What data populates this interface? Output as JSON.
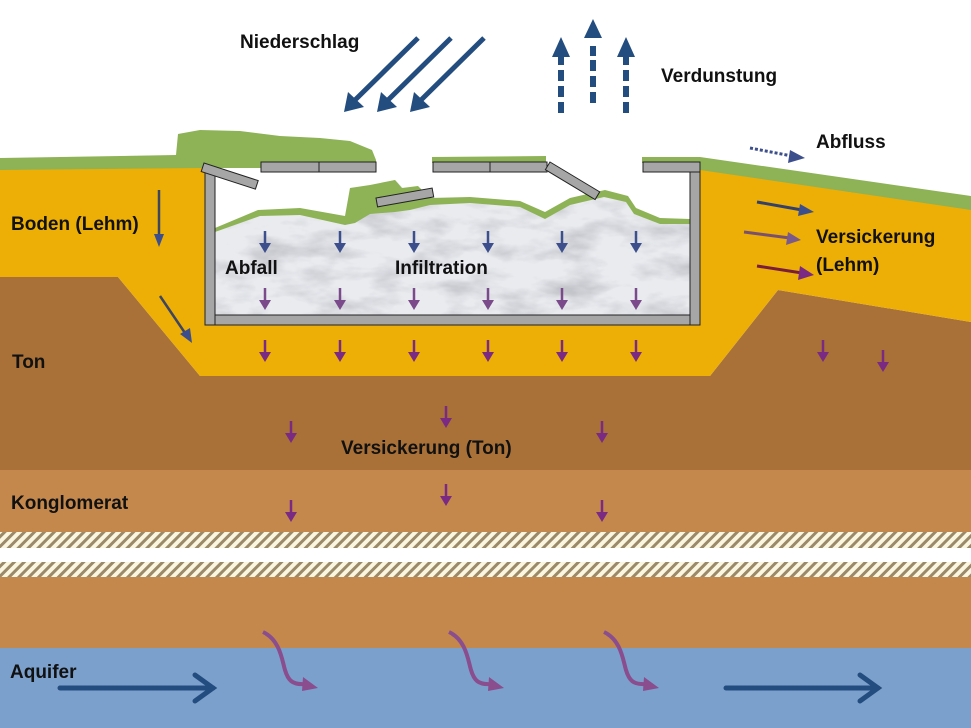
{
  "labels": {
    "precipitation": "Niederschlag",
    "evaporation": "Verdunstung",
    "runoff": "Abfluss",
    "soil": "Boden (Lehm)",
    "seepage_loam_line1": "Versickerung",
    "seepage_loam_line2": "(Lehm)",
    "waste": "Abfall",
    "infiltration": "Infiltration",
    "clay": "Ton",
    "seepage_clay": "Versickerung (Ton)",
    "conglomerate": "Konglomerat",
    "aquifer": "Aquifer"
  },
  "colors": {
    "soil_loam": "#edaf05",
    "clay": "#a97138",
    "conglomerate": "#c4884d",
    "aquifer": "#7ba0cc",
    "grass": "#8db356",
    "liner": "#a6a6a6",
    "water_arrow": "#234d7f",
    "infiltration_arrow_blue": "#3c4f8c",
    "seepage_arrow_purple": "#7a2a82",
    "curved_arrow": "#8a4d8e",
    "hatch": "#9b8a6a"
  }
}
